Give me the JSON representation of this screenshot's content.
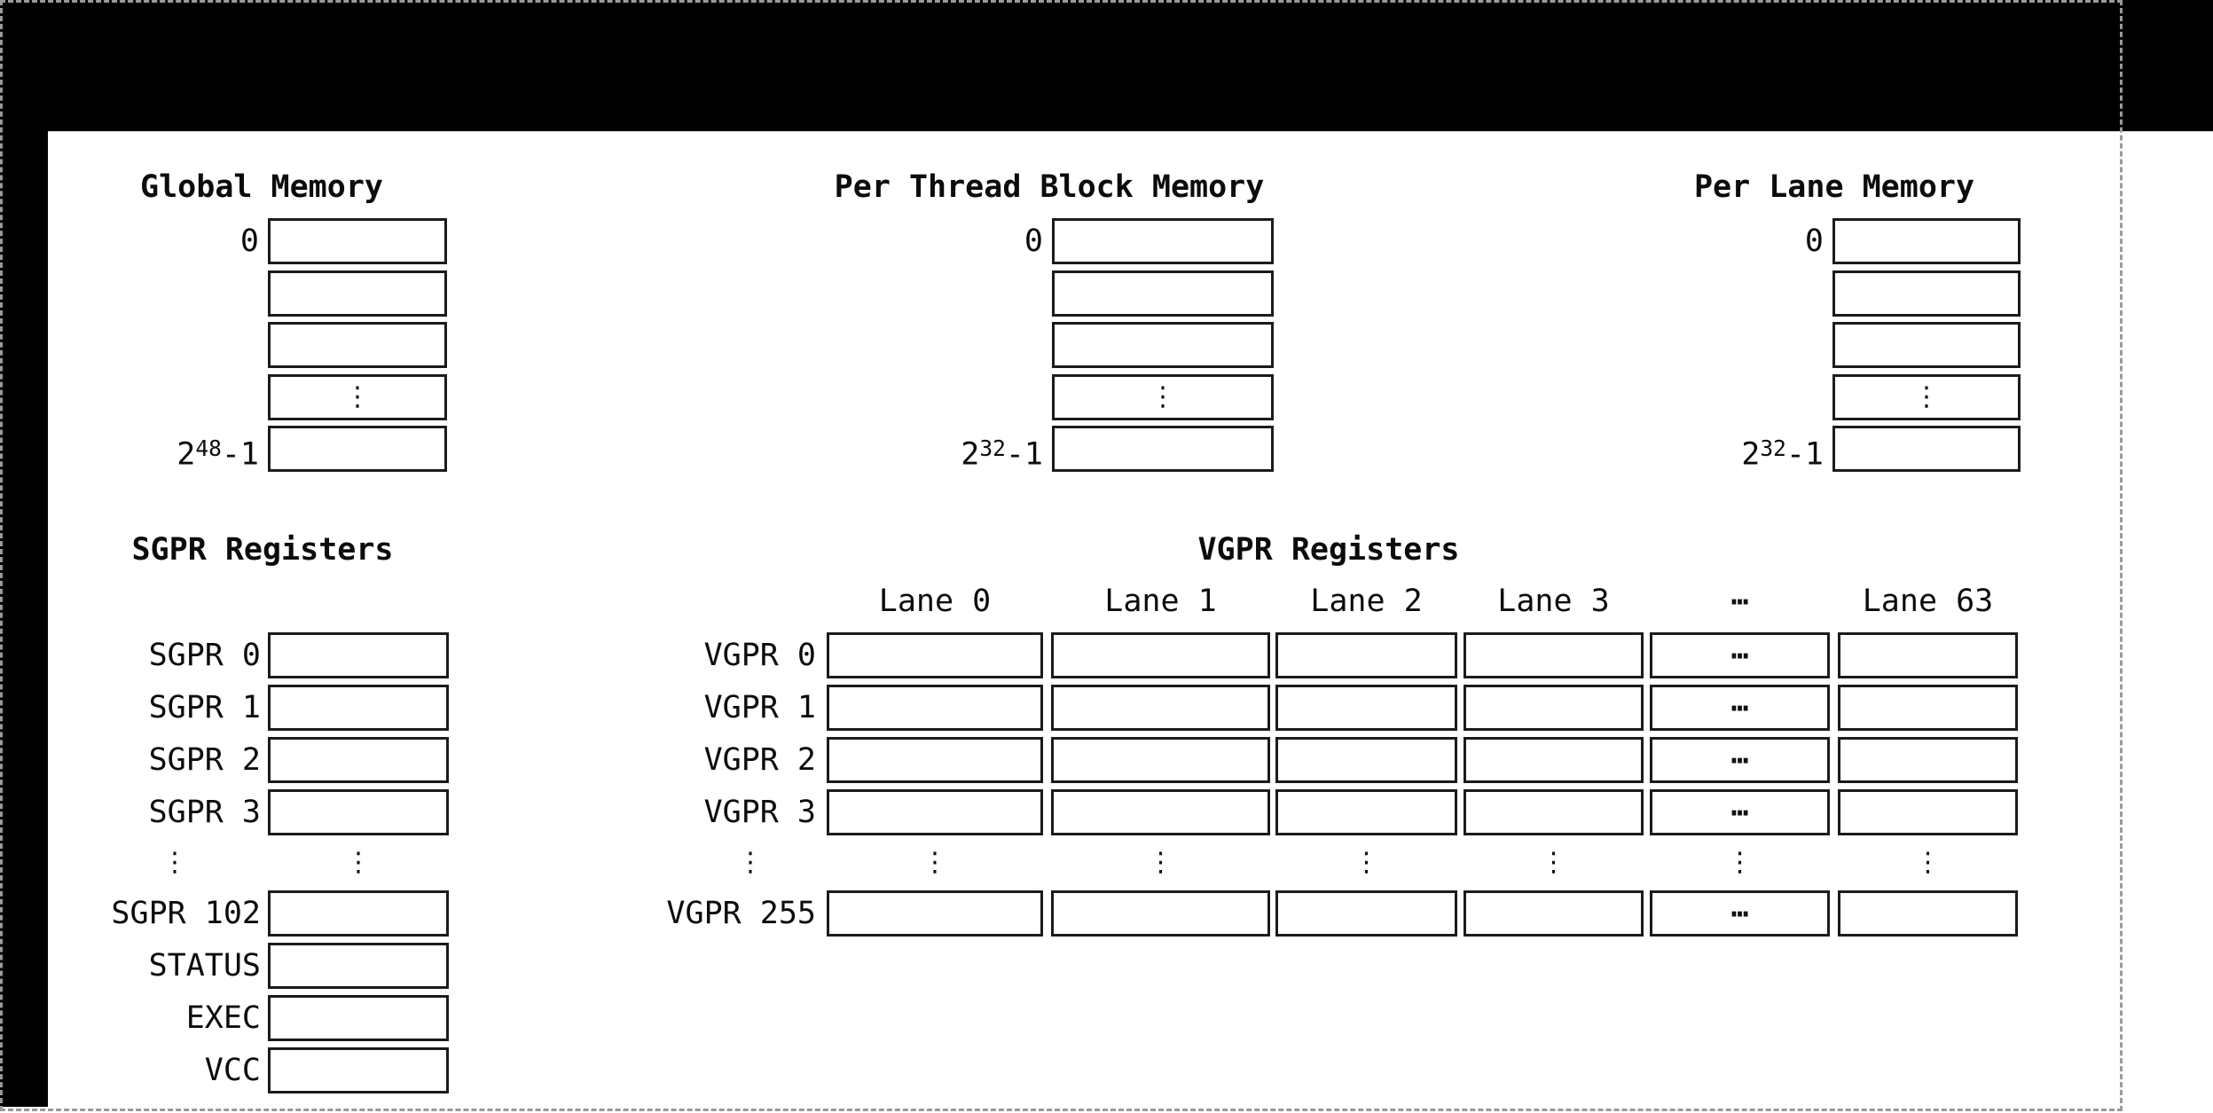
{
  "figure": {
    "memories": [
      {
        "title": "Global Memory",
        "first_address": "0",
        "last_address": {
          "base": "2",
          "exponent": "48",
          "suffix": "-1"
        },
        "vertical_ellipsis": "⋮"
      },
      {
        "title": "Per Thread Block Memory",
        "first_address": "0",
        "last_address": {
          "base": "2",
          "exponent": "32",
          "suffix": "-1"
        },
        "vertical_ellipsis": "⋮"
      },
      {
        "title": "Per Lane Memory",
        "first_address": "0",
        "last_address": {
          "base": "2",
          "exponent": "32",
          "suffix": "-1"
        },
        "vertical_ellipsis": "⋮"
      }
    ],
    "sgpr": {
      "title": "SGPR Registers",
      "top_rows": [
        "SGPR 0",
        "SGPR 1",
        "SGPR 2",
        "SGPR 3"
      ],
      "bottom_rows": [
        "SGPR 102",
        "STATUS",
        "EXEC",
        "VCC"
      ],
      "vertical_ellipsis": "⋮"
    },
    "vgpr": {
      "title": "VGPR Registers",
      "lane_headers": [
        "Lane 0",
        "Lane 1",
        "Lane 2",
        "Lane 3",
        "⋯",
        "Lane 63"
      ],
      "top_rows": [
        "VGPR 0",
        "VGPR 1",
        "VGPR 2",
        "VGPR 3"
      ],
      "bottom_row": "VGPR 255",
      "horizontal_ellipsis": "⋯",
      "vertical_ellipsis": "⋮"
    }
  }
}
